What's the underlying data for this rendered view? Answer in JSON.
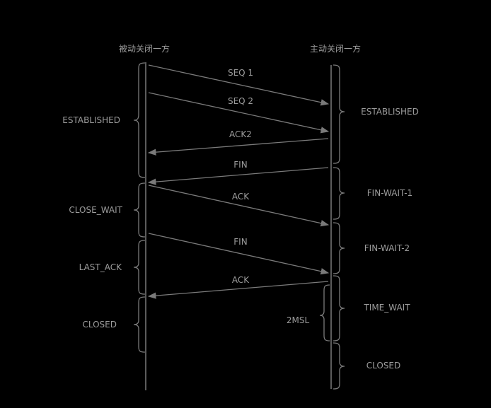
{
  "colors": {
    "background": "#000000",
    "line": "#7a7a7a",
    "text": "#9c9c9c"
  },
  "headers": {
    "passive_side": "被动关闭一方",
    "active_side": "主动关闭一方"
  },
  "messages": [
    {
      "label": "SEQ 1",
      "direction": "left-to-right"
    },
    {
      "label": "SEQ 2",
      "direction": "left-to-right"
    },
    {
      "label": "ACK2",
      "direction": "right-to-left"
    },
    {
      "label": "FIN",
      "direction": "right-to-left"
    },
    {
      "label": "ACK",
      "direction": "left-to-right"
    },
    {
      "label": "FIN",
      "direction": "left-to-right"
    },
    {
      "label": "ACK",
      "direction": "right-to-left"
    }
  ],
  "left_states": [
    "ESTABLISHED",
    "CLOSE_WAIT",
    "LAST_ACK",
    "CLOSED"
  ],
  "right_states": [
    "ESTABLISHED",
    "FIN-WAIT-1",
    "FIN-WAIT-2",
    "TIME_WAIT",
    "CLOSED"
  ],
  "timer_label": "2MSL"
}
